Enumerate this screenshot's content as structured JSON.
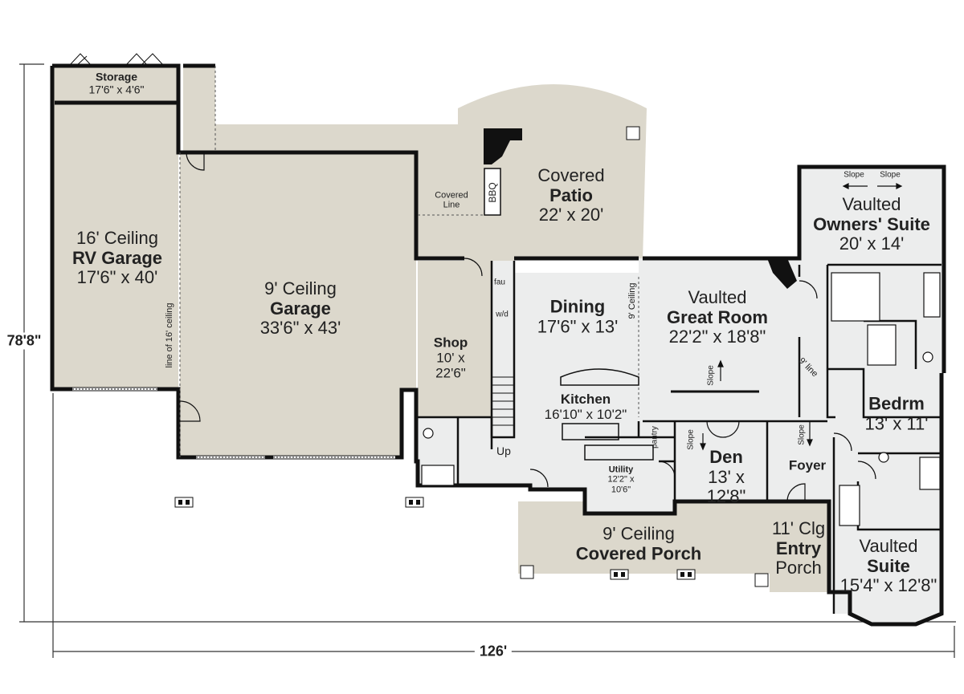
{
  "dimensions": {
    "width": "126'",
    "depth": "78'8\""
  },
  "rooms": {
    "storage": {
      "name": "Storage",
      "size": "17'6\" x 4'6\""
    },
    "rv_garage": {
      "ceiling": "16' Ceiling",
      "name": "RV Garage",
      "size": "17'6\" x 40'"
    },
    "garage": {
      "ceiling": "9' Ceiling",
      "name": "Garage",
      "size": "33'6\" x 43'"
    },
    "patio": {
      "prefix": "Covered",
      "name": "Patio",
      "size": "22' x 20'"
    },
    "shop": {
      "name": "Shop",
      "size1": "10' x",
      "size2": "22'6\""
    },
    "dining": {
      "name": "Dining",
      "size": "17'6\" x 13'"
    },
    "great_room": {
      "prefix": "Vaulted",
      "name": "Great Room",
      "size": "22'2\" x 18'8\""
    },
    "owners_suite": {
      "prefix": "Vaulted",
      "name": "Owners' Suite",
      "size": "20' x 14'"
    },
    "kitchen": {
      "name": "Kitchen",
      "size": "16'10\" x 10'2\""
    },
    "utility": {
      "name": "Utility",
      "size1": "12'2\" x",
      "size2": "10'6\""
    },
    "den": {
      "name": "Den",
      "size1": "13' x",
      "size2": "12'8\""
    },
    "bedroom": {
      "name": "Bedrm",
      "size": "13' x 11'"
    },
    "foyer": {
      "name": "Foyer"
    },
    "porch": {
      "ceiling": "9' Ceiling",
      "name": "Covered Porch"
    },
    "entry_porch": {
      "ceiling": "11' Clg",
      "name": "Entry",
      "suffix": "Porch"
    },
    "suite": {
      "prefix": "Vaulted",
      "name": "Suite",
      "size": "15'4\" x 12'8\""
    }
  },
  "notes": {
    "line_16_ceiling": "line of 16' ceiling",
    "covered_line_1": "Covered",
    "covered_line_2": "Line",
    "bbq": "BBQ",
    "ceiling_9": "9' Ceiling",
    "line_9": "9' line",
    "slope": "Slope",
    "fau": "fau",
    "wd": "w/d",
    "pantry": "pantry",
    "up": "Up"
  },
  "colors": {
    "room_fill": "#eceded",
    "porch_fill": "#dcd8cc",
    "wall": "#111111"
  }
}
